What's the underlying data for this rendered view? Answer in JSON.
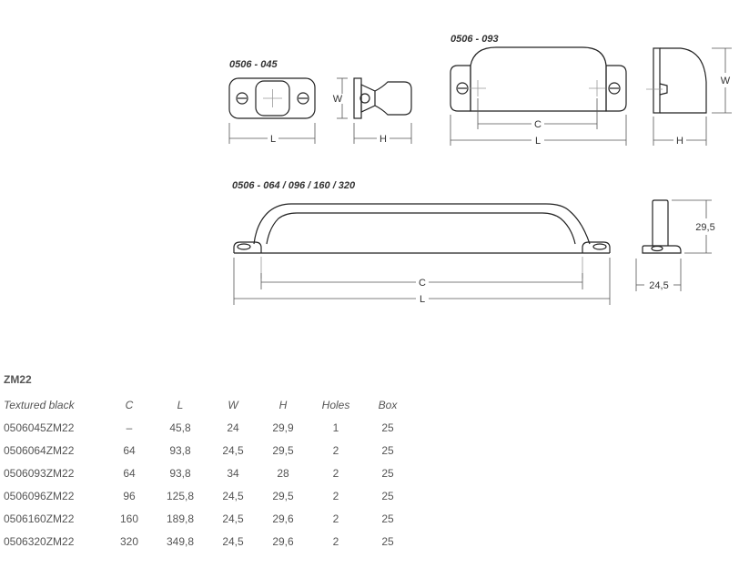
{
  "drawings": {
    "label_045": "0506 - 045",
    "label_093": "0506 - 093",
    "label_long": "0506 - 064 / 096 / 160 / 320",
    "dim_L": "L",
    "dim_W": "W",
    "dim_H": "H",
    "dim_C": "C",
    "dim_height_value": "29,5",
    "dim_base_value": "24,5"
  },
  "table": {
    "series": "ZM22",
    "headers": [
      "Textured black",
      "C",
      "L",
      "W",
      "H",
      "Holes",
      "Box"
    ],
    "rows": [
      [
        "0506045ZM22",
        "–",
        "45,8",
        "24",
        "29,9",
        "1",
        "25"
      ],
      [
        "0506064ZM22",
        "64",
        "93,8",
        "24,5",
        "29,5",
        "2",
        "25"
      ],
      [
        "0506093ZM22",
        "64",
        "93,8",
        "34",
        "28",
        "2",
        "25"
      ],
      [
        "0506096ZM22",
        "96",
        "125,8",
        "24,5",
        "29,5",
        "2",
        "25"
      ],
      [
        "0506160ZM22",
        "160",
        "189,8",
        "24,5",
        "29,6",
        "2",
        "25"
      ],
      [
        "0506320ZM22",
        "320",
        "349,8",
        "24,5",
        "29,6",
        "2",
        "25"
      ]
    ]
  }
}
